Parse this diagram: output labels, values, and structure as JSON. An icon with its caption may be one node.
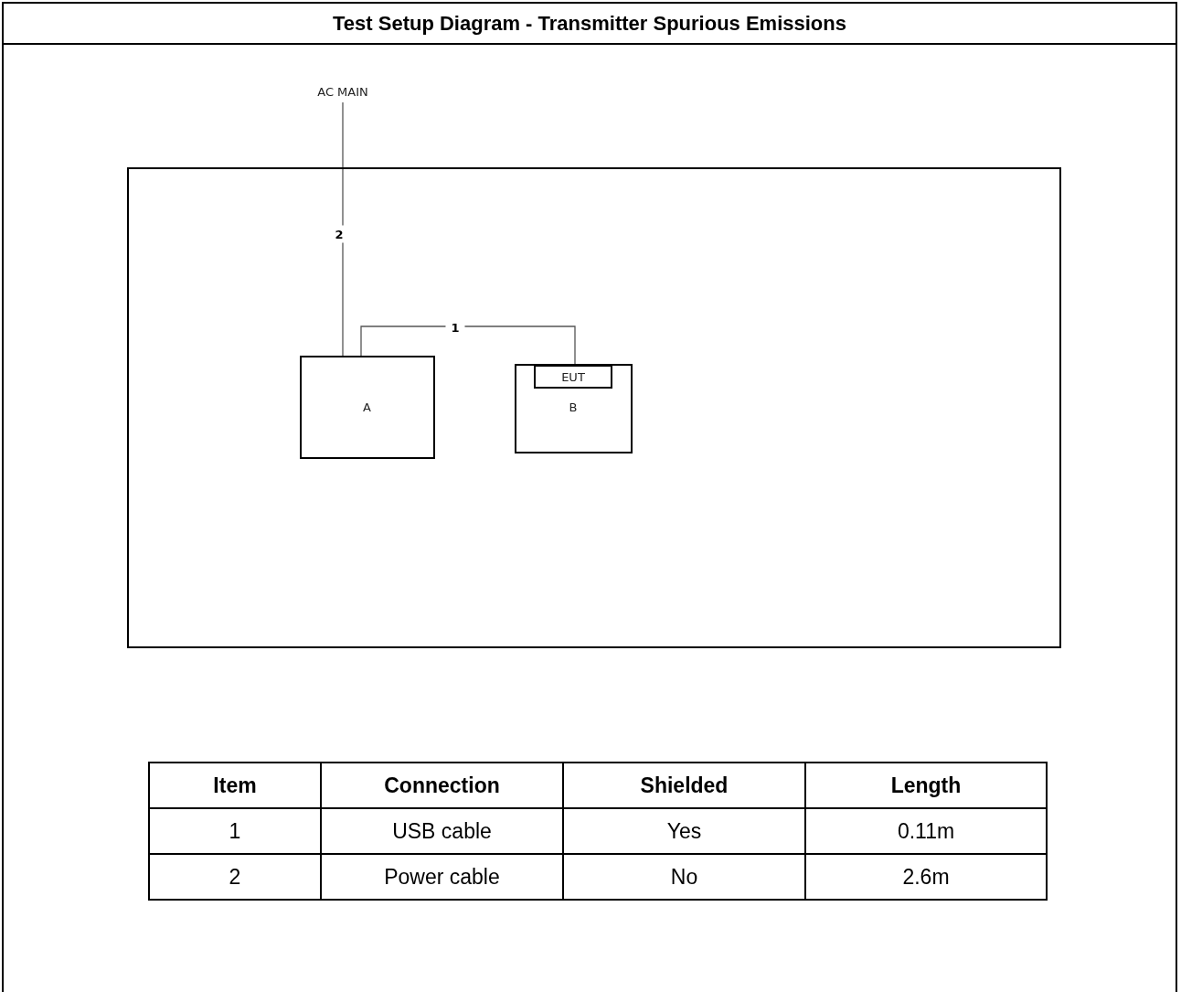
{
  "diagram": {
    "title": "Test Setup Diagram - Transmitter Spurious Emissions",
    "nodes": [
      {
        "text": [
          "AC MAIN"
        ]
      },
      {
        "text": [],
        "shape": "box"
      },
      {
        "text": [
          "A"
        ],
        "in": 1
      },
      {
        "text": [
          "B"
        ],
        "in": 1
      },
      {
        "text": [
          "EUT"
        ],
        "in": 3
      }
    ],
    "edges": [
      {
        "from": 0,
        "to": 2,
        "arrow": "none",
        "label": "2"
      },
      {
        "from": 2,
        "to": 4,
        "arrow": "none",
        "label": "1"
      }
    ],
    "labels": [
      "Item",
      "Connection",
      "Shielded",
      "Length",
      "1",
      "USB cable",
      "Yes",
      "0.11m",
      "2",
      "Power cable",
      "No",
      "2.6m"
    ]
  }
}
